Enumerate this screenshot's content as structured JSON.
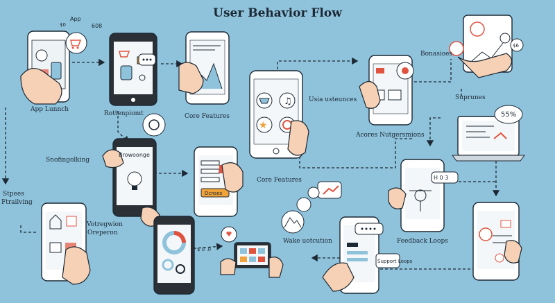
{
  "title": "User Behavior Flow",
  "colors": {
    "background": "#8fc3dc",
    "ink": "#1c2833",
    "accent_red": "#e0533f",
    "accent_orange": "#f0a33b",
    "screen_dark": "#2b2f36",
    "skin": "#f6d1b5"
  },
  "stages": [
    {
      "label": "App Lunnch"
    },
    {
      "label": "Rottenpiomt"
    },
    {
      "label": "Core Features"
    },
    {
      "label": "Core Features"
    },
    {
      "label": "Usia usteunces"
    },
    {
      "label": "Acores Nutgersmions"
    },
    {
      "label": "Bonasioes"
    },
    {
      "label": "Suprunes"
    },
    {
      "label": "Snofingolking"
    },
    {
      "label": "Stpees Ftrailving"
    },
    {
      "label": "Votregwion Oreperon"
    },
    {
      "label": "Wake uotcution"
    },
    {
      "label": "Feedback Loops"
    },
    {
      "label": "Support Loops"
    }
  ],
  "screen_texts": {
    "app_tag": "App",
    "price_1": "$0",
    "price_2": "608",
    "price_3": "$6",
    "percent": "55%",
    "onboarding_word": "Browoonge",
    "button_word": "Dcnses",
    "counter": "H 0 3",
    "rating": "$ 0 .0"
  },
  "icons": [
    "cart-icon",
    "envelope-icon",
    "music-note-icon",
    "star-icon",
    "target-icon",
    "gear-icon",
    "lightbulb-icon",
    "chat-bubble-icon",
    "heart-icon",
    "donut-chart-icon",
    "mountain-icon",
    "laptop-icon",
    "hand-icon"
  ]
}
